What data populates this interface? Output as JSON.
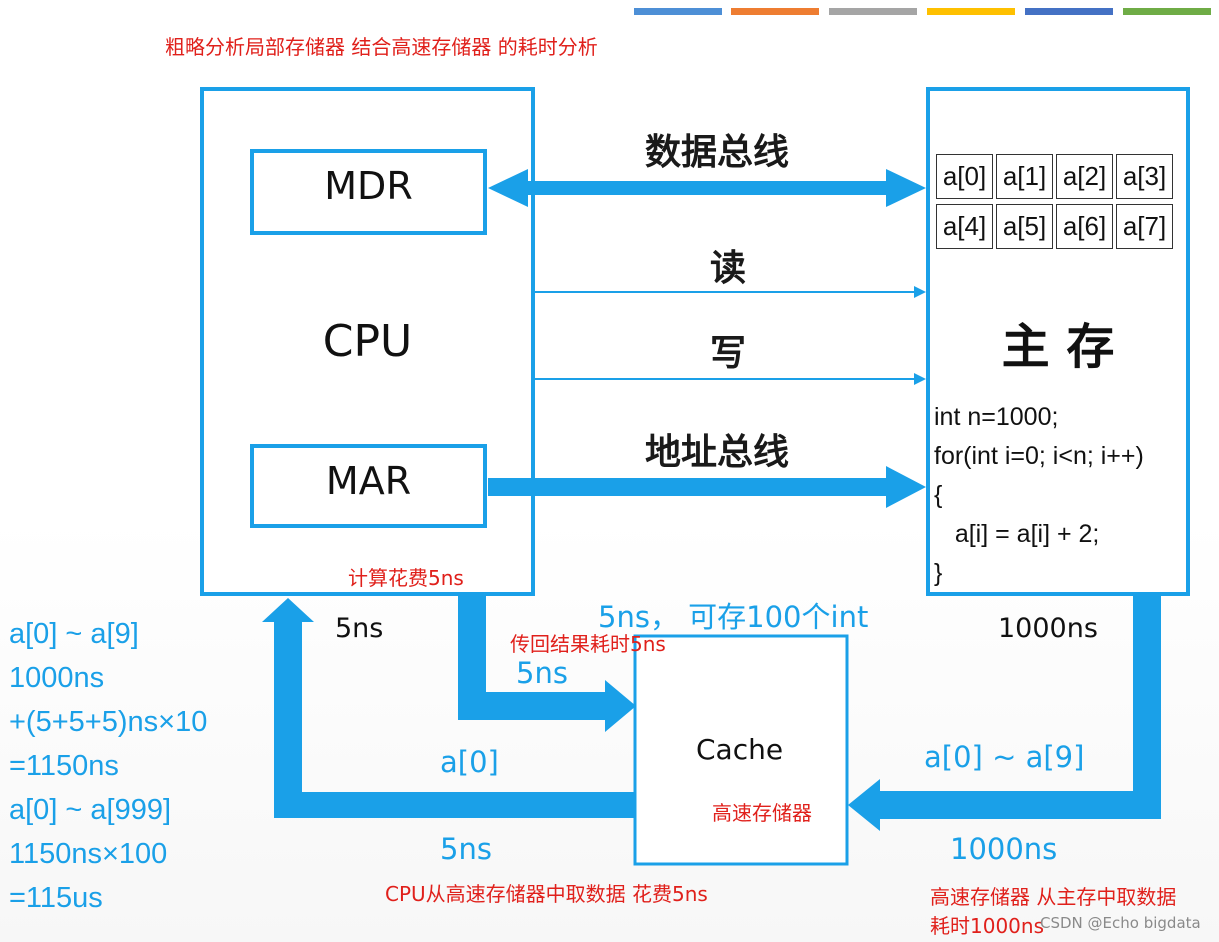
{
  "title": "粗略分析局部存储器 结合高速存储器 的耗时分析",
  "cpu": {
    "label": "CPU",
    "mdr": "MDR",
    "mar": "MAR",
    "calc_note": "计算花费5ns",
    "time": "5ns"
  },
  "buses": {
    "data": "数据总线",
    "read": "读",
    "write": "写",
    "address": "地址总线"
  },
  "memory": {
    "label": "主 存",
    "cells": [
      "a[0]",
      "a[1]",
      "a[2]",
      "a[3]",
      "a[4]",
      "a[5]",
      "a[6]",
      "a[7]"
    ],
    "code": [
      "int n=1000;",
      "for(int i=0; i<n; i++)",
      "{",
      "   a[i] = a[i] + 2;",
      "}"
    ],
    "time": "1000ns"
  },
  "cache": {
    "label": "Cache",
    "note": "高速存储器",
    "capacity": "5ns， 可存100个int"
  },
  "arrows": {
    "cpu_to_cache_note": "传回结果耗时5ns",
    "cpu_to_cache_time": "5ns",
    "cache_to_cpu_data": "a[0]",
    "cache_to_cpu_time": "5ns",
    "cache_to_cpu_note": "CPU从高速存储器中取数据 花费5ns",
    "mem_to_cache_data": "a[0] ~ a[9]",
    "mem_to_cache_time": "1000ns",
    "mem_to_cache_note_1": "高速存储器 从主存中取数据",
    "mem_to_cache_note_2": "耗时1000ns"
  },
  "calculation": [
    "a[0] ~ a[9]",
    "1000ns",
    "+(5+5+5)ns×10",
    "=1150ns",
    "a[0] ~ a[999]",
    "1150ns×100",
    "=115us"
  ],
  "watermark": "CSDN @Echo bigdata",
  "colors": {
    "accent": "#1aa0e8",
    "note": "#e0201b",
    "stripes": [
      "#4d8fd6",
      "#ee7d31",
      "#a5a5a5",
      "#fec000",
      "#4471c4",
      "#6fac46"
    ]
  }
}
